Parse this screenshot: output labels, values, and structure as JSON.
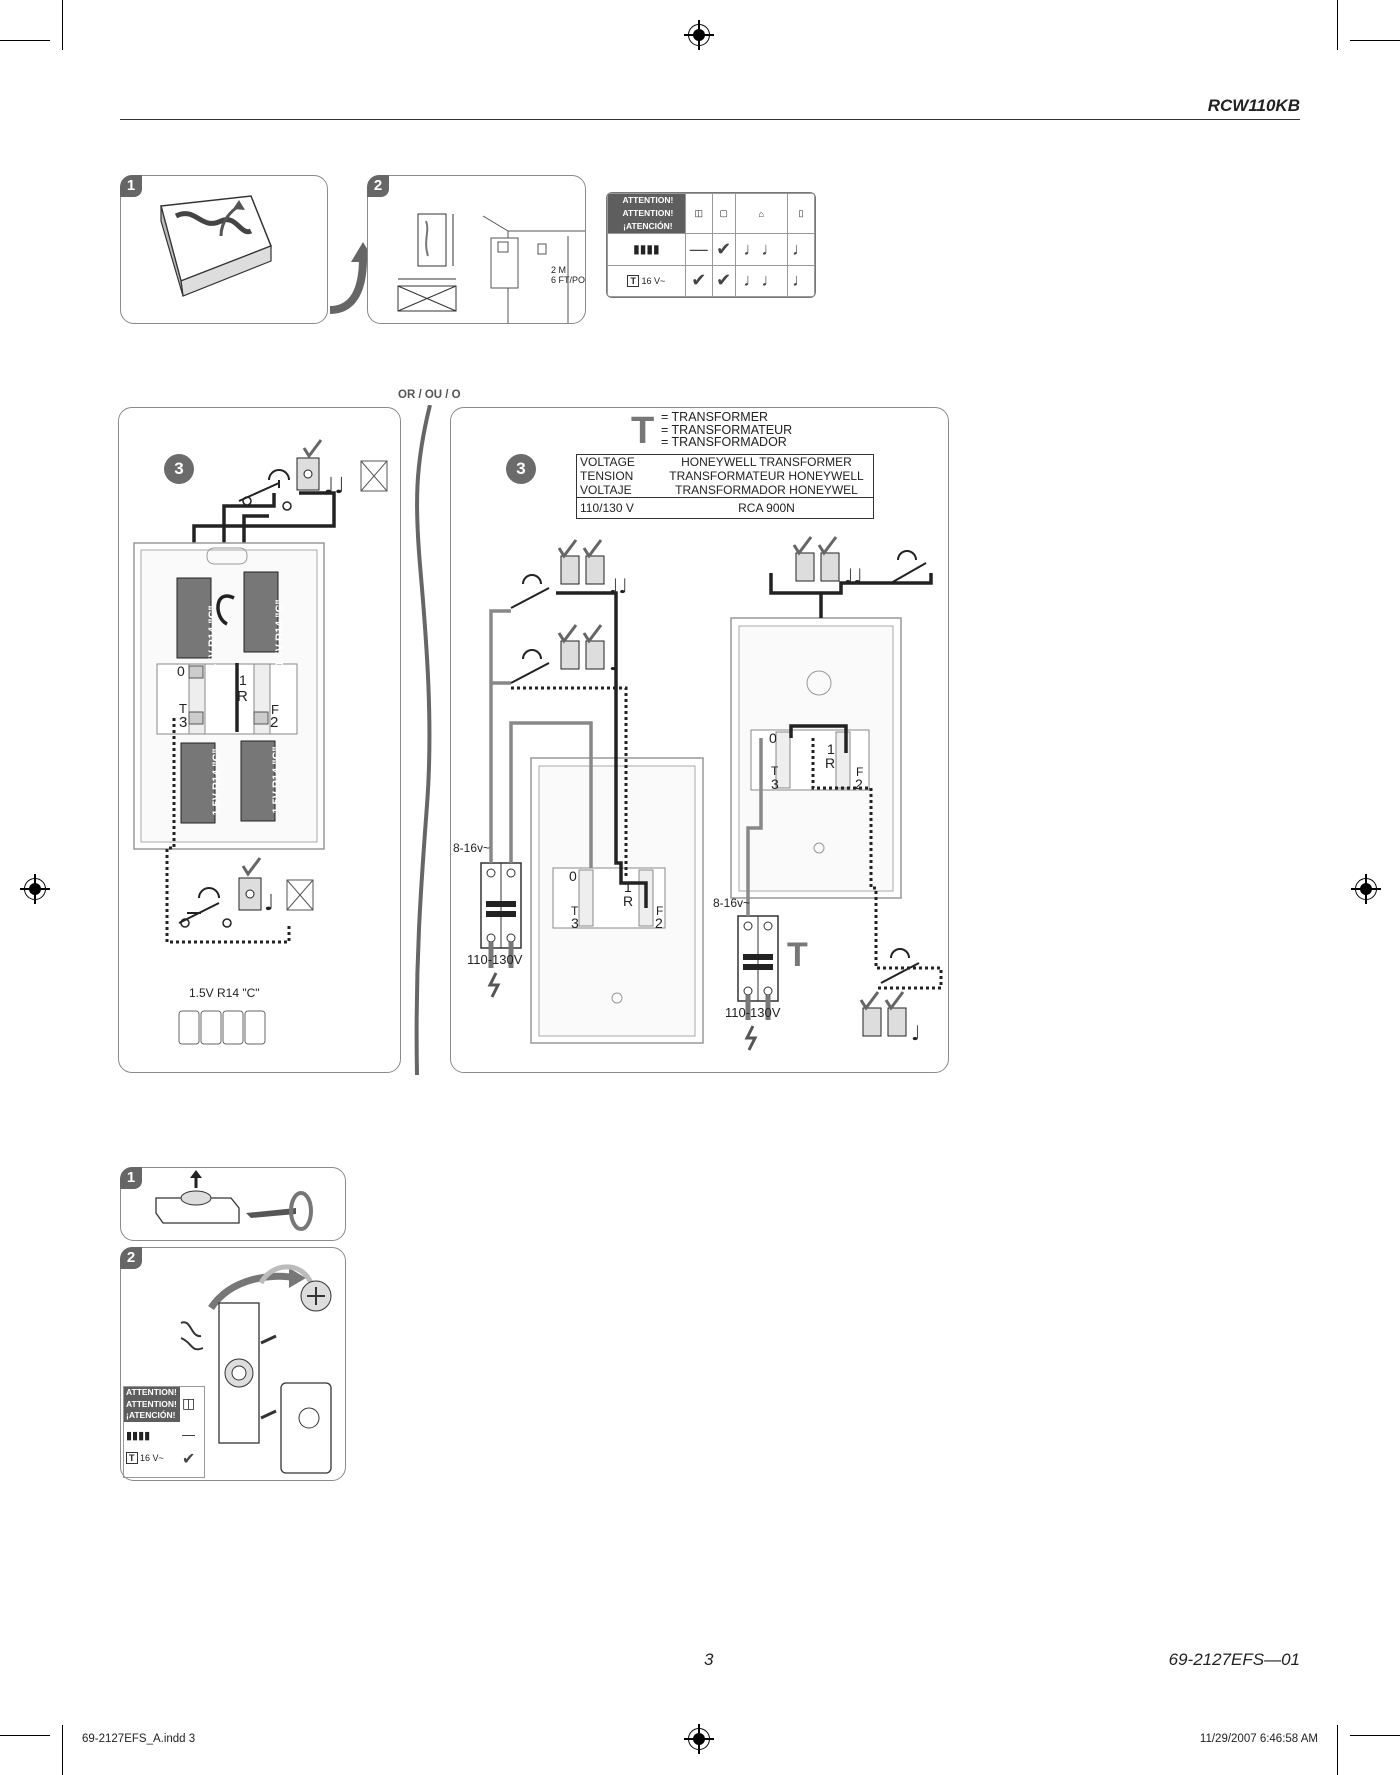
{
  "header": {
    "model": "RCW110KB"
  },
  "top_section": {
    "step1_number": "1",
    "step2_number": "2",
    "mount_label_m": "2 M",
    "mount_label_ft": "6 FT/PO",
    "compat_table": {
      "attention_lines": [
        "ATTENTION!",
        "ATTENTION!",
        "¡ATENCIÓN!"
      ],
      "transformer_voltage": "16 V~",
      "battery_row": [
        "—",
        "✔",
        "♩♩",
        "♩"
      ],
      "transformer_row": [
        "✔",
        "✔",
        "♩♩",
        "♩"
      ]
    }
  },
  "or_label": "OR / OU / O",
  "left_panel": {
    "step_number": "3",
    "battery_label": "1.5V R14 \"C\"",
    "terminals": {
      "t0": "0",
      "t1": "1",
      "tR": "R",
      "tT": "T",
      "t3": "3",
      "tF": "F",
      "t2": "2"
    },
    "bottom_battery_caption": "1.5V R14 \"C\""
  },
  "right_panel": {
    "step_number": "3",
    "transformer_legend": {
      "symbol": "T",
      "lines": [
        "= TRANSFORMER",
        "= TRANSFORMATEUR",
        "= TRANSFORMADOR"
      ]
    },
    "voltage_table": {
      "header_left": [
        "VOLTAGE",
        "TENSION",
        "VOLTAJE"
      ],
      "header_right": [
        "HONEYWELL TRANSFORMER",
        "TRANSFORMATEUR HONEYWELL",
        "TRANSFORMADOR HONEYWEL"
      ],
      "row_left": "110/130 V",
      "row_right": "RCA 900N"
    },
    "low_voltage_label": "8-16v~",
    "mains_label": "110-130V",
    "terminals": {
      "t0": "0",
      "t1": "1",
      "tR": "R",
      "tT": "T",
      "t3": "3",
      "tF": "F",
      "t2": "2"
    },
    "big_T": "T"
  },
  "bottom_section": {
    "step1_number": "1",
    "step2_number": "2",
    "attention_lines": [
      "ATTENTION!",
      "ATTENTION!",
      "¡ATENCIÓN!"
    ],
    "transformer_voltage": "16 V~",
    "battery_row": "—",
    "transformer_row": "✔"
  },
  "footer": {
    "page_number": "3",
    "doc_number": "69-2127EFS—01",
    "slug_file": "69-2127EFS_A.indd   3",
    "slug_datetime": "11/29/2007   6:46:58 AM"
  }
}
